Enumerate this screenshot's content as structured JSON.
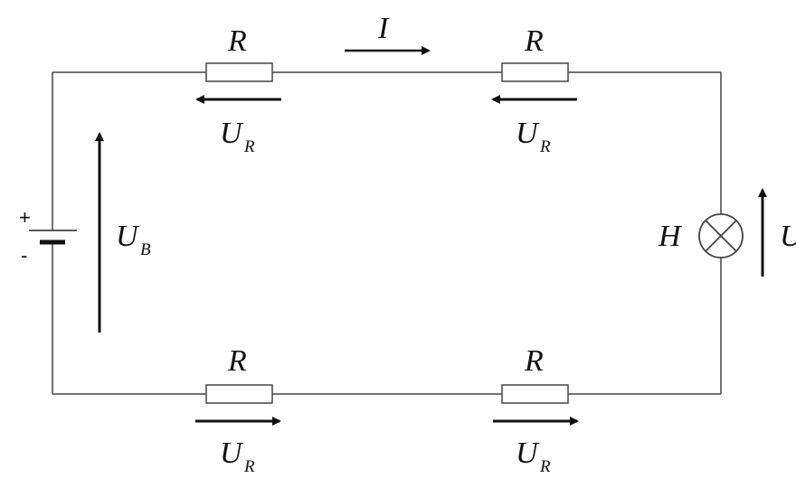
{
  "labels": {
    "resistor": "R",
    "current": "I",
    "voltage_symbol": "U",
    "resistor_voltage_subscript": "R",
    "battery_voltage_subscript": "B",
    "lamp": "H",
    "lamp_voltage": "U",
    "battery_plus": "+",
    "battery_minus": "-"
  },
  "colors": {
    "wire": "#444444",
    "arrow": "#111111",
    "background": "#ffffff"
  }
}
